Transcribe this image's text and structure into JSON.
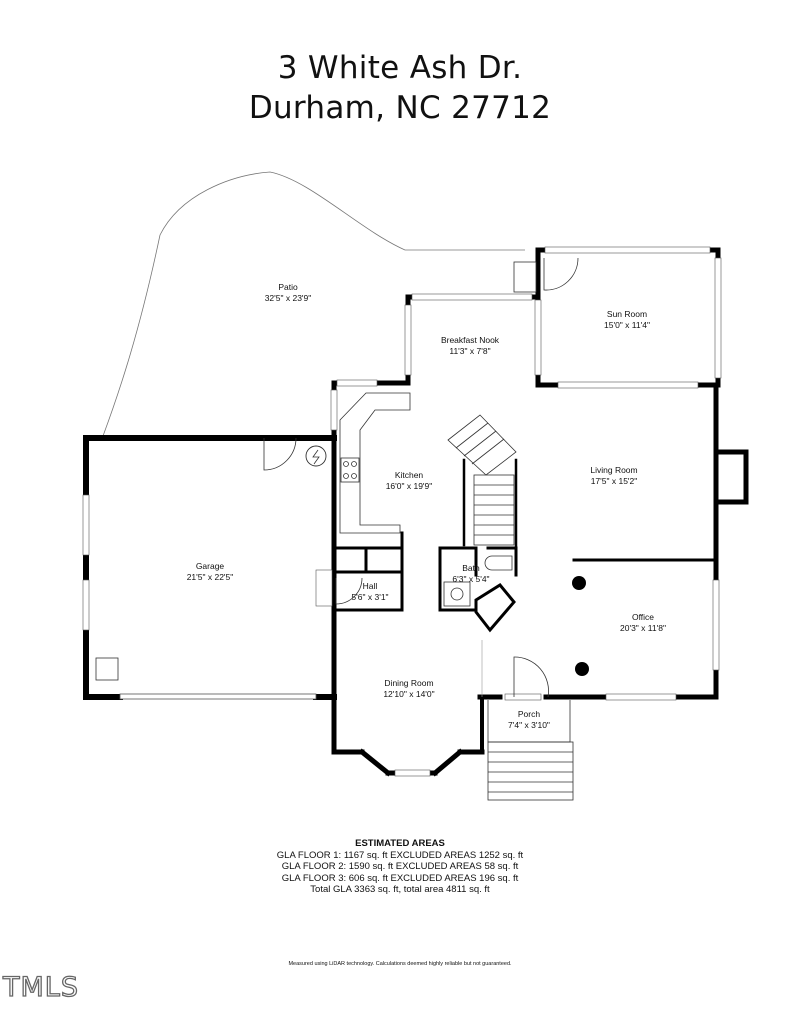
{
  "title": {
    "line1": "3 White Ash Dr.",
    "line2": "Durham, NC 27712"
  },
  "rooms": {
    "patio": {
      "name": "Patio",
      "dims": "32'5\" x 23'9\""
    },
    "breakfast_nook": {
      "name": "Breakfast Nook",
      "dims": "11'3\" x 7'8\""
    },
    "sun_room": {
      "name": "Sun Room",
      "dims": "15'0\" x 11'4\""
    },
    "kitchen": {
      "name": "Kitchen",
      "dims": "16'0\" x 19'9\""
    },
    "living_room": {
      "name": "Living Room",
      "dims": "17'5\" x 15'2\""
    },
    "garage": {
      "name": "Garage",
      "dims": "21'5\" x 22'5\""
    },
    "hall": {
      "name": "Hall",
      "dims": "5'6\" x 3'1\""
    },
    "bath": {
      "name": "Bath",
      "dims": "6'3\" x 5'4\""
    },
    "office": {
      "name": "Office",
      "dims": "20'3\" x 11'8\""
    },
    "dining_room": {
      "name": "Dining Room",
      "dims": "12'10\" x 14'0\""
    },
    "porch": {
      "name": "Porch",
      "dims": "7'4\" x 3'10\""
    }
  },
  "areas": {
    "heading": "ESTIMATED AREAS",
    "line1": "GLA FLOOR 1: 1167 sq. ft EXCLUDED AREAS 1252 sq. ft",
    "line2": "GLA FLOOR 2: 1590 sq. ft EXCLUDED AREAS 58 sq. ft",
    "line3": "GLA FLOOR 3: 606 sq. ft EXCLUDED AREAS 196 sq. ft",
    "line4": "Total GLA 3363 sq. ft, total area 4811 sq. ft"
  },
  "disclaimer": "Measured using LiDAR technology. Calculations deemed highly reliable but not guaranteed.",
  "logo": "TMLS"
}
